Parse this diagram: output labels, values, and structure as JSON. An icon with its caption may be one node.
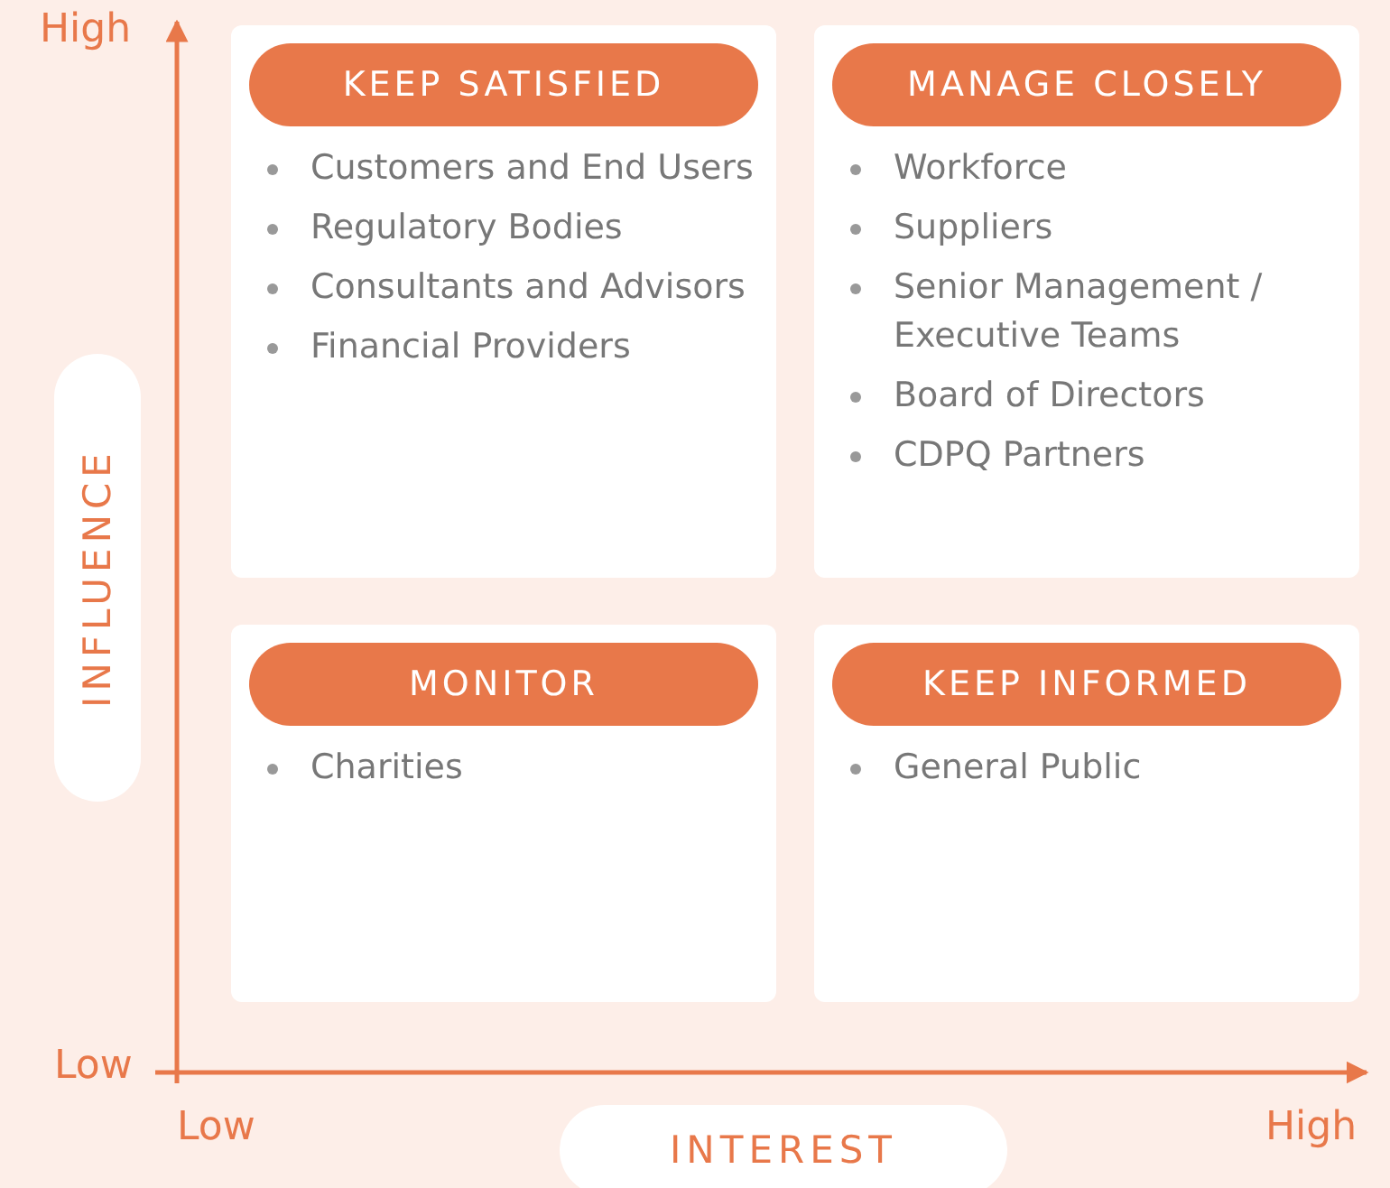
{
  "diagram": {
    "nodes": [
      {
        "text": [
          "KEEP SATISFIED",
          "Customers and End Users",
          "Regulatory Bodies",
          "Consultants and Advisors",
          "Financial Providers"
        ]
      },
      {
        "text": [
          "MANAGE CLOSELY",
          "Workforce",
          "Suppliers",
          "Senior Management / Executive Teams",
          "Board of Directors",
          "CDPQ Partners"
        ]
      },
      {
        "text": [
          "MONITOR",
          "Charities"
        ]
      },
      {
        "text": [
          "KEEP INFORMED",
          "General Public"
        ]
      }
    ],
    "labels": [
      "High",
      "INFLUENCE",
      "Low",
      "Low",
      "INTEREST",
      "High"
    ]
  }
}
